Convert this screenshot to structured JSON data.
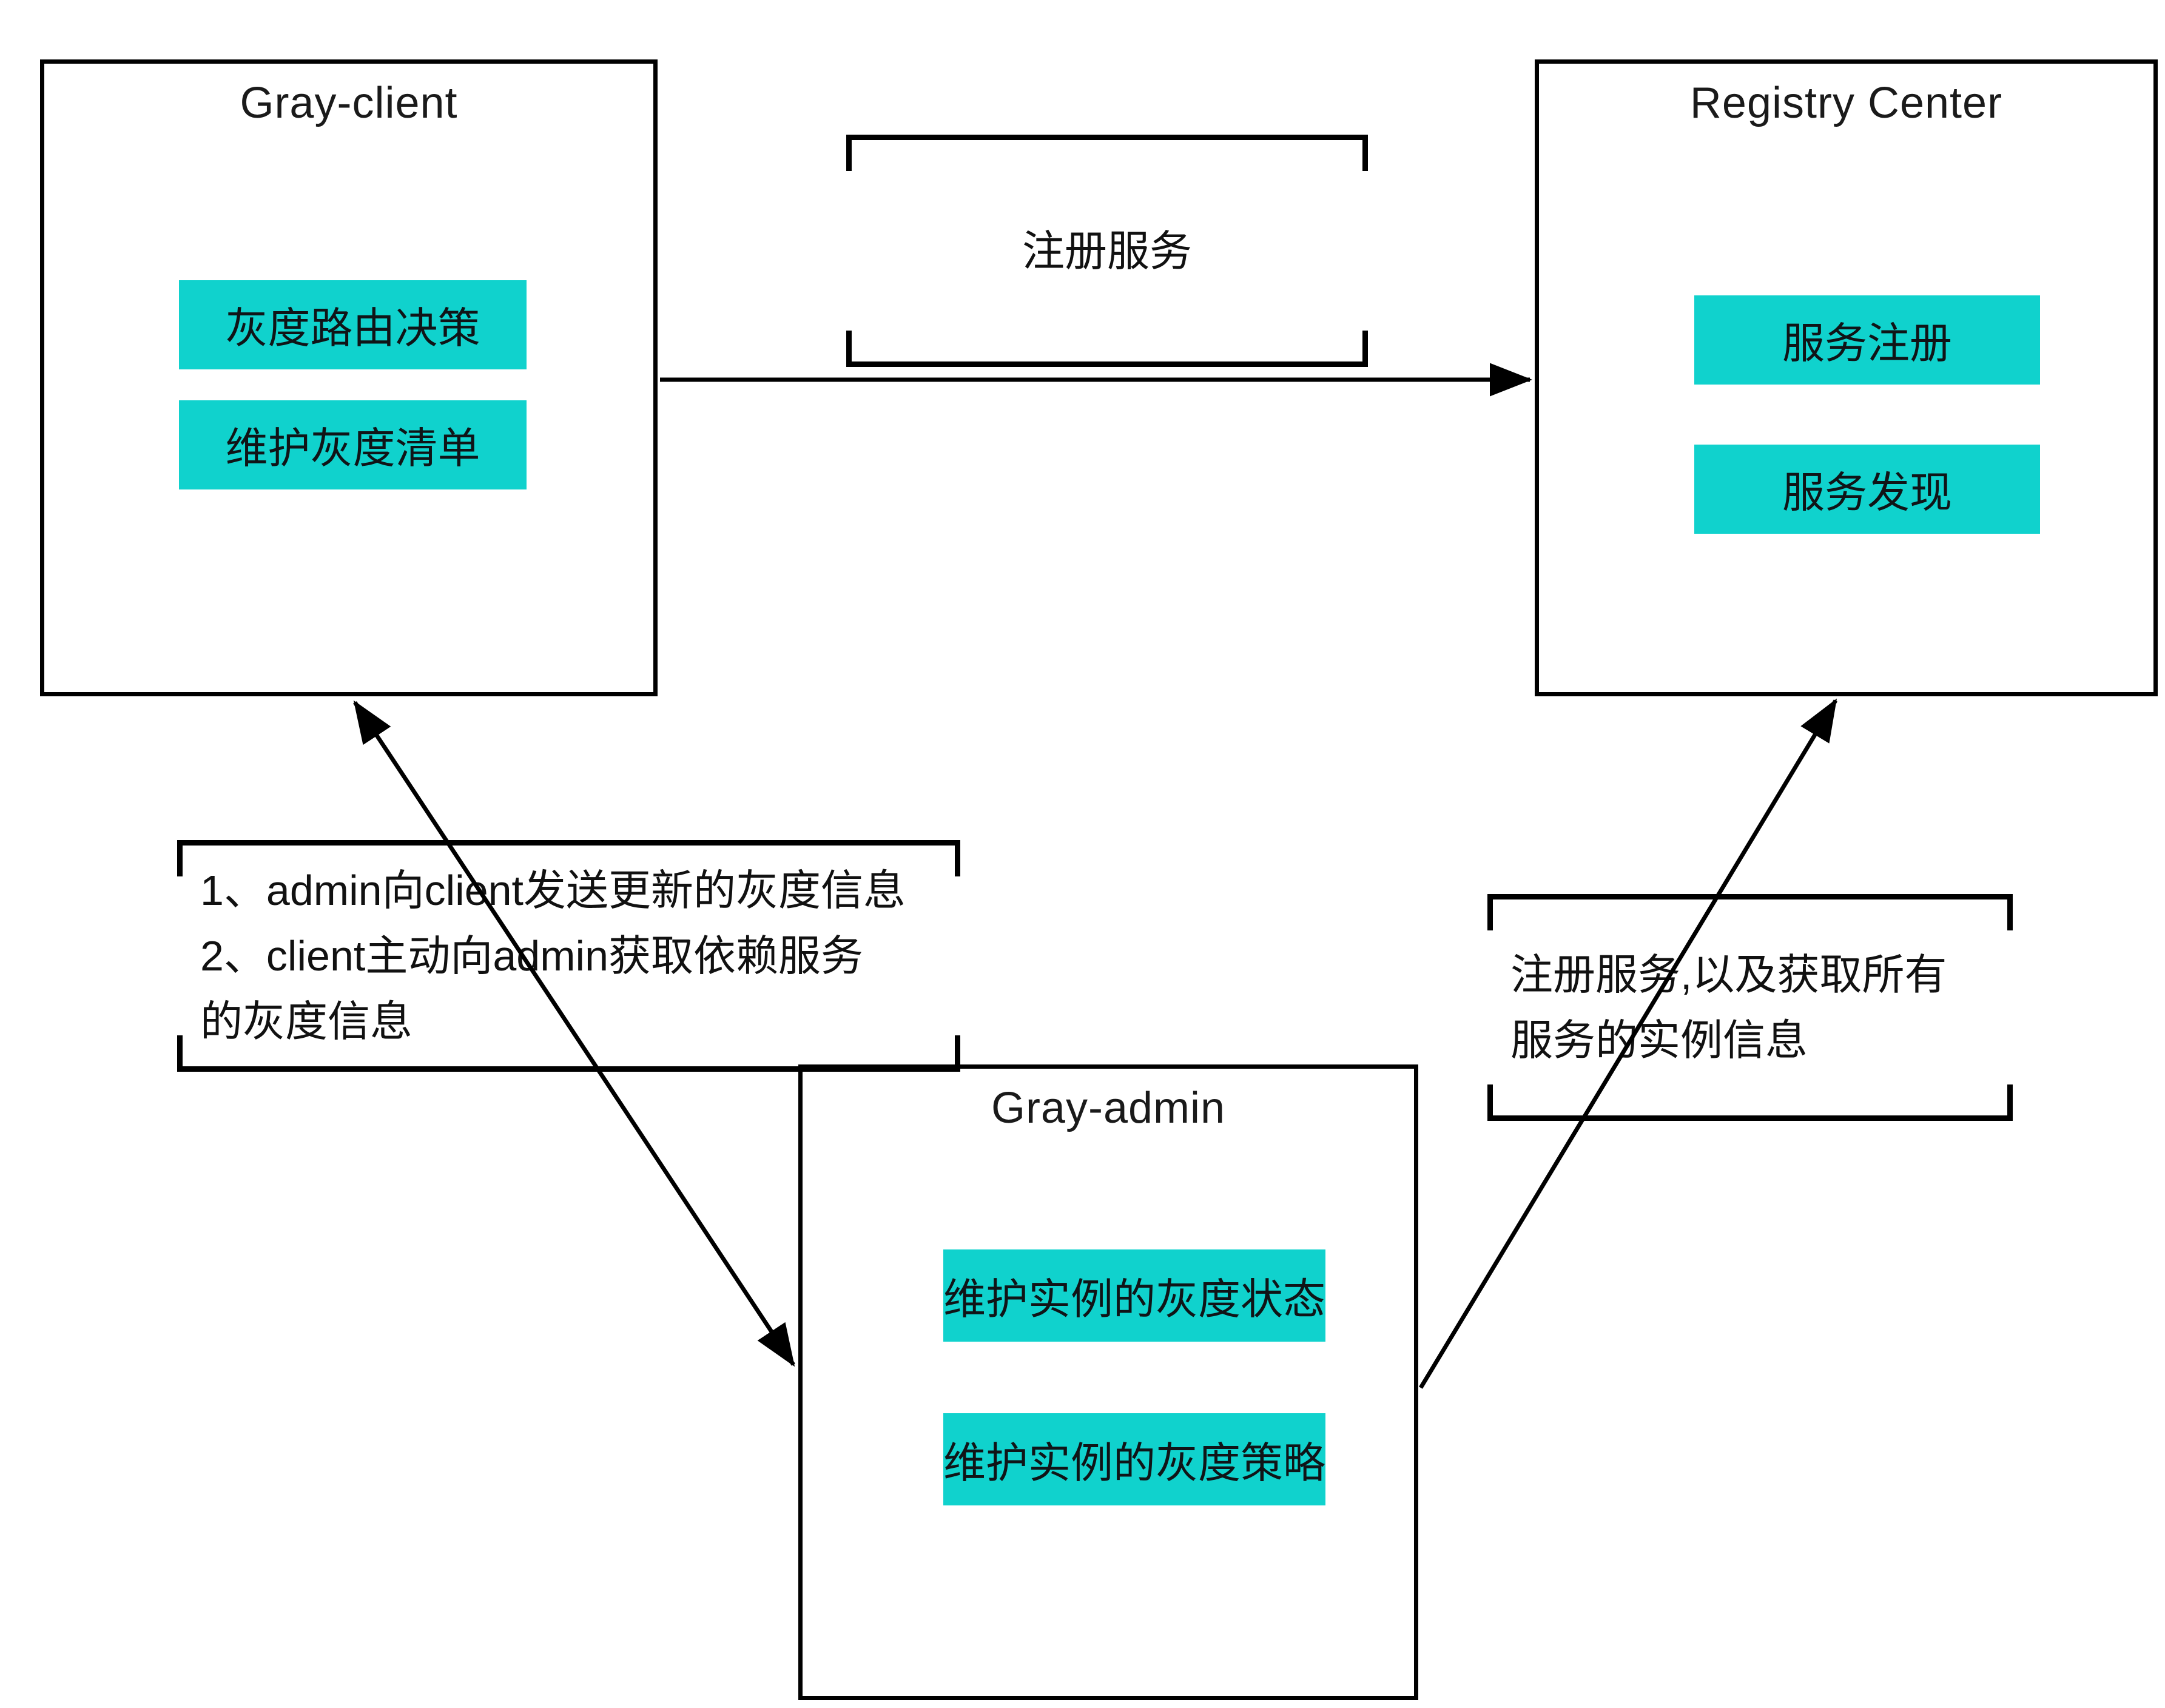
{
  "colors": {
    "accent": "#10d2cd",
    "stroke": "#000000",
    "text": "#111111"
  },
  "boxes": {
    "gray_client": {
      "title": "Gray-client",
      "items": [
        {
          "label": "灰度路由决策"
        },
        {
          "label": "维护灰度清单"
        }
      ]
    },
    "registry_center": {
      "title": "Registry Center",
      "items": [
        {
          "label": "服务注册"
        },
        {
          "label": "服务发现"
        }
      ]
    },
    "gray_admin": {
      "title": "Gray-admin",
      "items": [
        {
          "label": "维护实例的灰度状态"
        },
        {
          "label": "维护实例的灰度策略"
        }
      ]
    }
  },
  "annotations": {
    "register_service": {
      "lines": [
        "注册服务"
      ]
    },
    "admin_client_sync": {
      "lines": [
        "1、admin向client发送更新的灰度信息",
        "2、client主动向admin获取依赖服务",
        "的灰度信息"
      ]
    },
    "admin_registry": {
      "lines": [
        "注册服务,以及获取所有",
        "服务的实例信息"
      ]
    }
  }
}
